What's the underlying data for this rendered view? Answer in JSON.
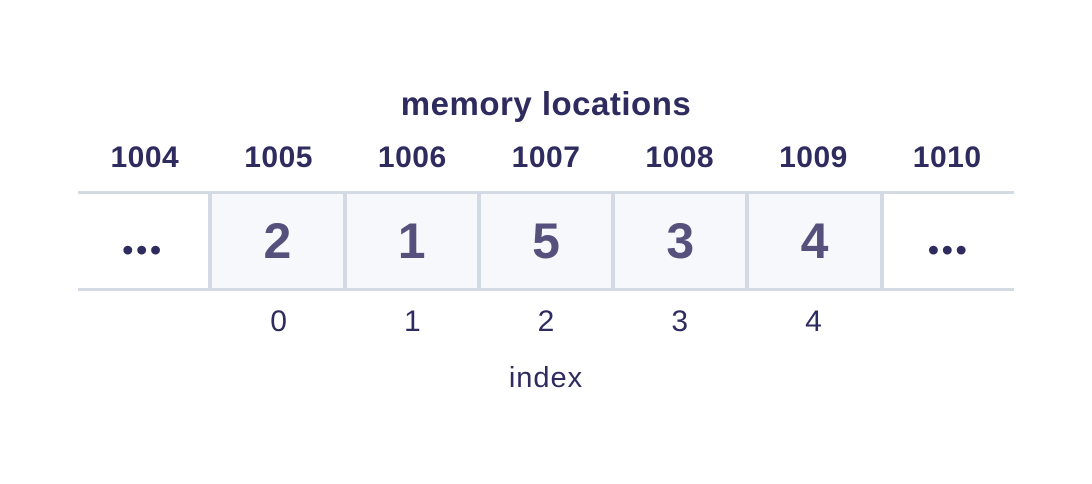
{
  "title": "memory locations",
  "index_label": "index",
  "addresses": [
    "1004",
    "1005",
    "1006",
    "1007",
    "1008",
    "1009",
    "1010"
  ],
  "cells": [
    "•••",
    "2",
    "1",
    "5",
    "3",
    "4",
    "•••"
  ],
  "indices": [
    "",
    "0",
    "1",
    "2",
    "3",
    "4",
    ""
  ],
  "colors": {
    "text_dark": "#2e2b5e",
    "cell_value": "#55517c",
    "cell_background": "#f7f8fc",
    "border": "#d3dae4",
    "page_background": "#ffffff"
  }
}
